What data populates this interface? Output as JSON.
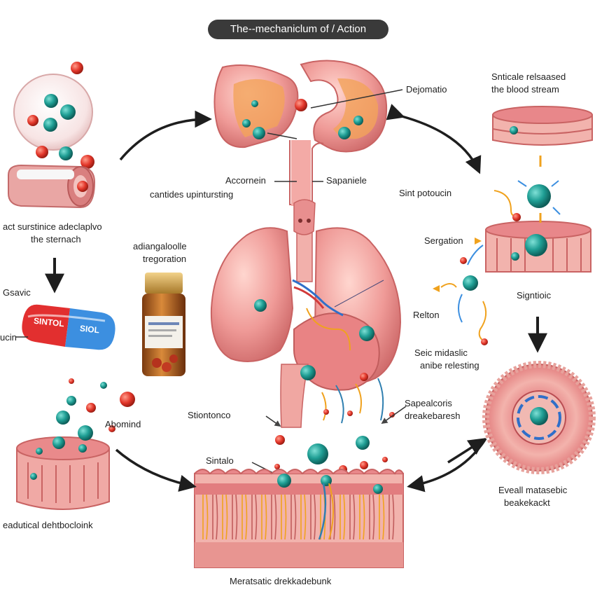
{
  "title": "The--mechaniclum of / Action",
  "labels": {
    "top_left_caption": [
      "act surstinice adeclaplvo",
      "the sternach"
    ],
    "gsavic": "Gsavic",
    "ucin": "ucin",
    "capsule_left": "SINTOL",
    "capsule_right": "SIOL",
    "bottle_caption": [
      "adiangaloolle",
      "tregoration"
    ],
    "acoromin": "Accornein",
    "cantides": "cantides upintursting",
    "sapanicle": "Sapaniele",
    "dejomatio": "Dejomatio",
    "top_right_caption": [
      "Snticale relsaased",
      "the blood stream"
    ],
    "sint_potoucin": "Sint potoucin",
    "sergation": "Sergation",
    "signtioic": "Signtioic",
    "relton": "Relton",
    "seic": [
      "Seic midaslic",
      "anibe relesting"
    ],
    "abomind": "Abomind",
    "stiontonco": "Stiontonco",
    "sapealcoris": [
      "Sapealcoris",
      "dreakebaresh"
    ],
    "sintalo": "Sintalo",
    "bottom_left_caption": "eadutical dehtbocloink",
    "bottom_center_caption": "Meratsatic drekkadebunk",
    "bottom_right_caption": [
      "Eveall matasebic",
      "beakekackt"
    ]
  },
  "colors": {
    "tissue": "#e98f8f",
    "tissue_light": "#f6c3bd",
    "tissue_dark": "#c95f63",
    "organ": "#ef9a97",
    "molecule": "#1f9e94",
    "molecule_dark": "#126b66",
    "red_dot": "#e2362a",
    "orange_dot": "#f08a24",
    "arrow": "#1e1e1e",
    "title_bg": "#3a3a3a"
  }
}
